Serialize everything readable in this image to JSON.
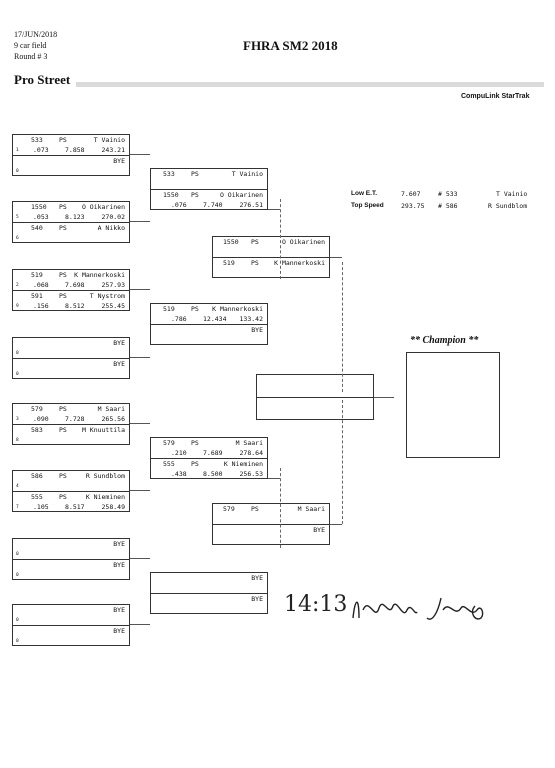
{
  "header": {
    "date": "17/JUN/2018",
    "field": "9 car field",
    "round": "Round # 3",
    "title": "FHRA SM2 2018",
    "category": "Pro Street",
    "brand": "CompuLink StarTrak"
  },
  "stats": {
    "low_et_label": "Low E.T.",
    "low_et_value": "7.607",
    "low_et_car": "# 533",
    "low_et_driver": "T Vainio",
    "top_speed_label": "Top Speed",
    "top_speed_value": "293.75",
    "top_speed_car": "# 586",
    "top_speed_driver": "R Sundblom"
  },
  "r1": [
    {
      "top": {
        "car": "533",
        "class": "PS",
        "driver": "T Vainio",
        "seed": "1",
        "rt": ".073",
        "et": "7.858",
        "mph": "243.21"
      },
      "bot": {
        "car": "",
        "class": "",
        "driver": "BYE",
        "seed": "0",
        "rt": "",
        "et": "",
        "mph": ""
      }
    },
    {
      "top": {
        "car": "1550",
        "class": "PS",
        "driver": "O Oikarinen",
        "seed": "5",
        "rt": ".053",
        "et": "8.123",
        "mph": "270.02"
      },
      "bot": {
        "car": "540",
        "class": "PS",
        "driver": "A Nikko",
        "seed": "6",
        "rt": "",
        "et": "",
        "mph": ""
      }
    },
    {
      "top": {
        "car": "519",
        "class": "PS",
        "driver": "K Mannerkoski",
        "seed": "2",
        "rt": ".068",
        "et": "7.698",
        "mph": "257.93"
      },
      "bot": {
        "car": "591",
        "class": "PS",
        "driver": "T Nystrom",
        "seed": "9",
        "rt": ".156",
        "et": "8.512",
        "mph": "255.45"
      }
    },
    {
      "top": {
        "car": "",
        "class": "",
        "driver": "BYE",
        "seed": "0",
        "rt": "",
        "et": "",
        "mph": ""
      },
      "bot": {
        "car": "",
        "class": "",
        "driver": "BYE",
        "seed": "0",
        "rt": "",
        "et": "",
        "mph": ""
      }
    },
    {
      "top": {
        "car": "579",
        "class": "PS",
        "driver": "M Saari",
        "seed": "3",
        "rt": ".090",
        "et": "7.728",
        "mph": "265.56"
      },
      "bot": {
        "car": "583",
        "class": "PS",
        "driver": "M Knuuttila",
        "seed": "8",
        "rt": "",
        "et": "",
        "mph": ""
      }
    },
    {
      "top": {
        "car": "586",
        "class": "PS",
        "driver": "R Sundblom",
        "seed": "4",
        "rt": "",
        "et": "",
        "mph": ""
      },
      "bot": {
        "car": "555",
        "class": "PS",
        "driver": "K Nieminen",
        "seed": "7",
        "rt": ".105",
        "et": "8.517",
        "mph": "258.49"
      }
    },
    {
      "top": {
        "car": "",
        "class": "",
        "driver": "BYE",
        "seed": "0",
        "rt": "",
        "et": "",
        "mph": ""
      },
      "bot": {
        "car": "",
        "class": "",
        "driver": "BYE",
        "seed": "0",
        "rt": "",
        "et": "",
        "mph": ""
      }
    },
    {
      "top": {
        "car": "",
        "class": "",
        "driver": "BYE",
        "seed": "0",
        "rt": "",
        "et": "",
        "mph": ""
      },
      "bot": {
        "car": "",
        "class": "",
        "driver": "BYE",
        "seed": "0",
        "rt": "",
        "et": "",
        "mph": ""
      }
    }
  ],
  "r2": [
    {
      "top": {
        "car": "533",
        "class": "PS",
        "driver": "T Vainio",
        "rt": "",
        "et": "",
        "mph": ""
      },
      "bot": {
        "car": "1550",
        "class": "PS",
        "driver": "O Oikarinen",
        "rt": ".076",
        "et": "7.740",
        "mph": "276.51"
      }
    },
    {
      "top": {
        "car": "519",
        "class": "PS",
        "driver": "K Mannerkoski",
        "rt": ".786",
        "et": "12.434",
        "mph": "133.42"
      },
      "bot": {
        "car": "",
        "class": "",
        "driver": "BYE",
        "rt": "",
        "et": "",
        "mph": ""
      }
    },
    {
      "top": {
        "car": "579",
        "class": "PS",
        "driver": "M Saari",
        "rt": ".210",
        "et": "7.689",
        "mph": "278.64"
      },
      "bot": {
        "car": "555",
        "class": "PS",
        "driver": "K Nieminen",
        "rt": ".438",
        "et": "8.500",
        "mph": "256.53"
      }
    },
    {
      "top": {
        "car": "",
        "class": "",
        "driver": "BYE",
        "rt": "",
        "et": "",
        "mph": ""
      },
      "bot": {
        "car": "",
        "class": "",
        "driver": "BYE",
        "rt": "",
        "et": "",
        "mph": ""
      }
    }
  ],
  "r3": [
    {
      "top": {
        "car": "1550",
        "class": "PS",
        "driver": "O Oikarinen"
      },
      "bot": {
        "car": "519",
        "class": "PS",
        "driver": "K Mannerkoski"
      }
    },
    {
      "top": {
        "car": "579",
        "class": "PS",
        "driver": "M Saari"
      },
      "bot": {
        "car": "",
        "class": "",
        "driver": "BYE"
      }
    }
  ],
  "final": {
    "top": "",
    "bot": ""
  },
  "champion": {
    "title": "** Champion **"
  },
  "signature": "14:13"
}
